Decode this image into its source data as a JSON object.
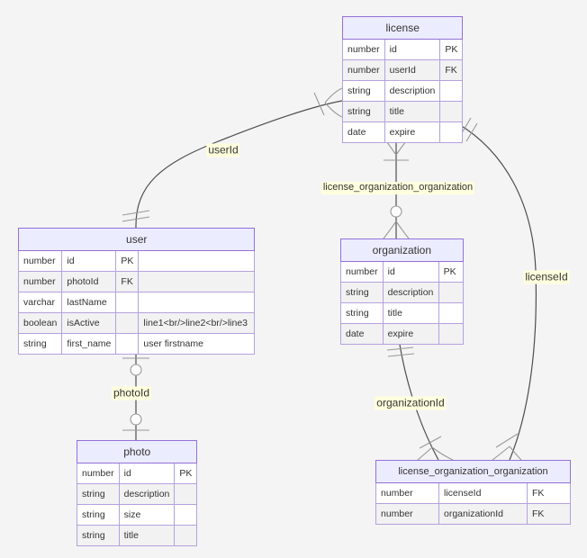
{
  "diagram": {
    "type": "entity-relationship-diagram",
    "colors": {
      "background": "#f4f4f4",
      "entity_border": "#9370DB",
      "entity_header_fill": "#ECECFF",
      "row_alt_fill": "#f2f2f2",
      "row_fill": "#ffffff",
      "edge_stroke": "#4e4e4e",
      "marker_stroke": "#999999",
      "label_background": "#ffffde",
      "text": "#333333"
    },
    "entities": {
      "license": {
        "title": "license",
        "rows": [
          {
            "type": "number",
            "name": "id",
            "key": "PK"
          },
          {
            "type": "number",
            "name": "userId",
            "key": "FK"
          },
          {
            "type": "string",
            "name": "description",
            "key": ""
          },
          {
            "type": "string",
            "name": "title",
            "key": ""
          },
          {
            "type": "date",
            "name": "expire",
            "key": ""
          }
        ]
      },
      "user": {
        "title": "user",
        "rows": [
          {
            "type": "number",
            "name": "id",
            "key": "PK",
            "comment": ""
          },
          {
            "type": "number",
            "name": "photoId",
            "key": "FK",
            "comment": ""
          },
          {
            "type": "varchar",
            "name": "lastName",
            "key": "",
            "comment": ""
          },
          {
            "type": "boolean",
            "name": "isActive",
            "key": "",
            "comment": "line1<br/>line2<br/>line3"
          },
          {
            "type": "string",
            "name": "first_name",
            "key": "",
            "comment": "user firstname"
          }
        ]
      },
      "organization": {
        "title": "organization",
        "rows": [
          {
            "type": "number",
            "name": "id",
            "key": "PK"
          },
          {
            "type": "string",
            "name": "description",
            "key": ""
          },
          {
            "type": "string",
            "name": "title",
            "key": ""
          },
          {
            "type": "date",
            "name": "expire",
            "key": ""
          }
        ]
      },
      "photo": {
        "title": "photo",
        "rows": [
          {
            "type": "number",
            "name": "id",
            "key": "PK"
          },
          {
            "type": "string",
            "name": "description",
            "key": ""
          },
          {
            "type": "string",
            "name": "size",
            "key": ""
          },
          {
            "type": "string",
            "name": "title",
            "key": ""
          }
        ]
      },
      "license_organization_organization": {
        "title": "license_organization_organization",
        "rows": [
          {
            "type": "number",
            "name": "licenseId",
            "key": "FK"
          },
          {
            "type": "number",
            "name": "organizationId",
            "key": "FK"
          }
        ]
      }
    },
    "labels": {
      "userId": "userId",
      "license_organization_organization": "license_organization_organization",
      "photoId": "photoId",
      "organizationId": "organizationId",
      "licenseId": "licenseId"
    },
    "relationships": [
      {
        "from": "user",
        "to": "license",
        "label": "userId",
        "from_cardinality": "exactly-one",
        "to_cardinality": "one-or-more"
      },
      {
        "from": "license",
        "to": "organization",
        "label": "license_organization_organization",
        "from_cardinality": "one-or-more",
        "to_cardinality": "zero-or-more"
      },
      {
        "from": "user",
        "to": "photo",
        "label": "photoId",
        "from_cardinality": "zero-or-one",
        "to_cardinality": "zero-or-one"
      },
      {
        "from": "organization",
        "to": "license_organization_organization",
        "label": "organizationId",
        "from_cardinality": "exactly-one",
        "to_cardinality": "one-or-more"
      },
      {
        "from": "license",
        "to": "license_organization_organization",
        "label": "licenseId",
        "from_cardinality": "exactly-one",
        "to_cardinality": "one-or-more"
      }
    ]
  }
}
